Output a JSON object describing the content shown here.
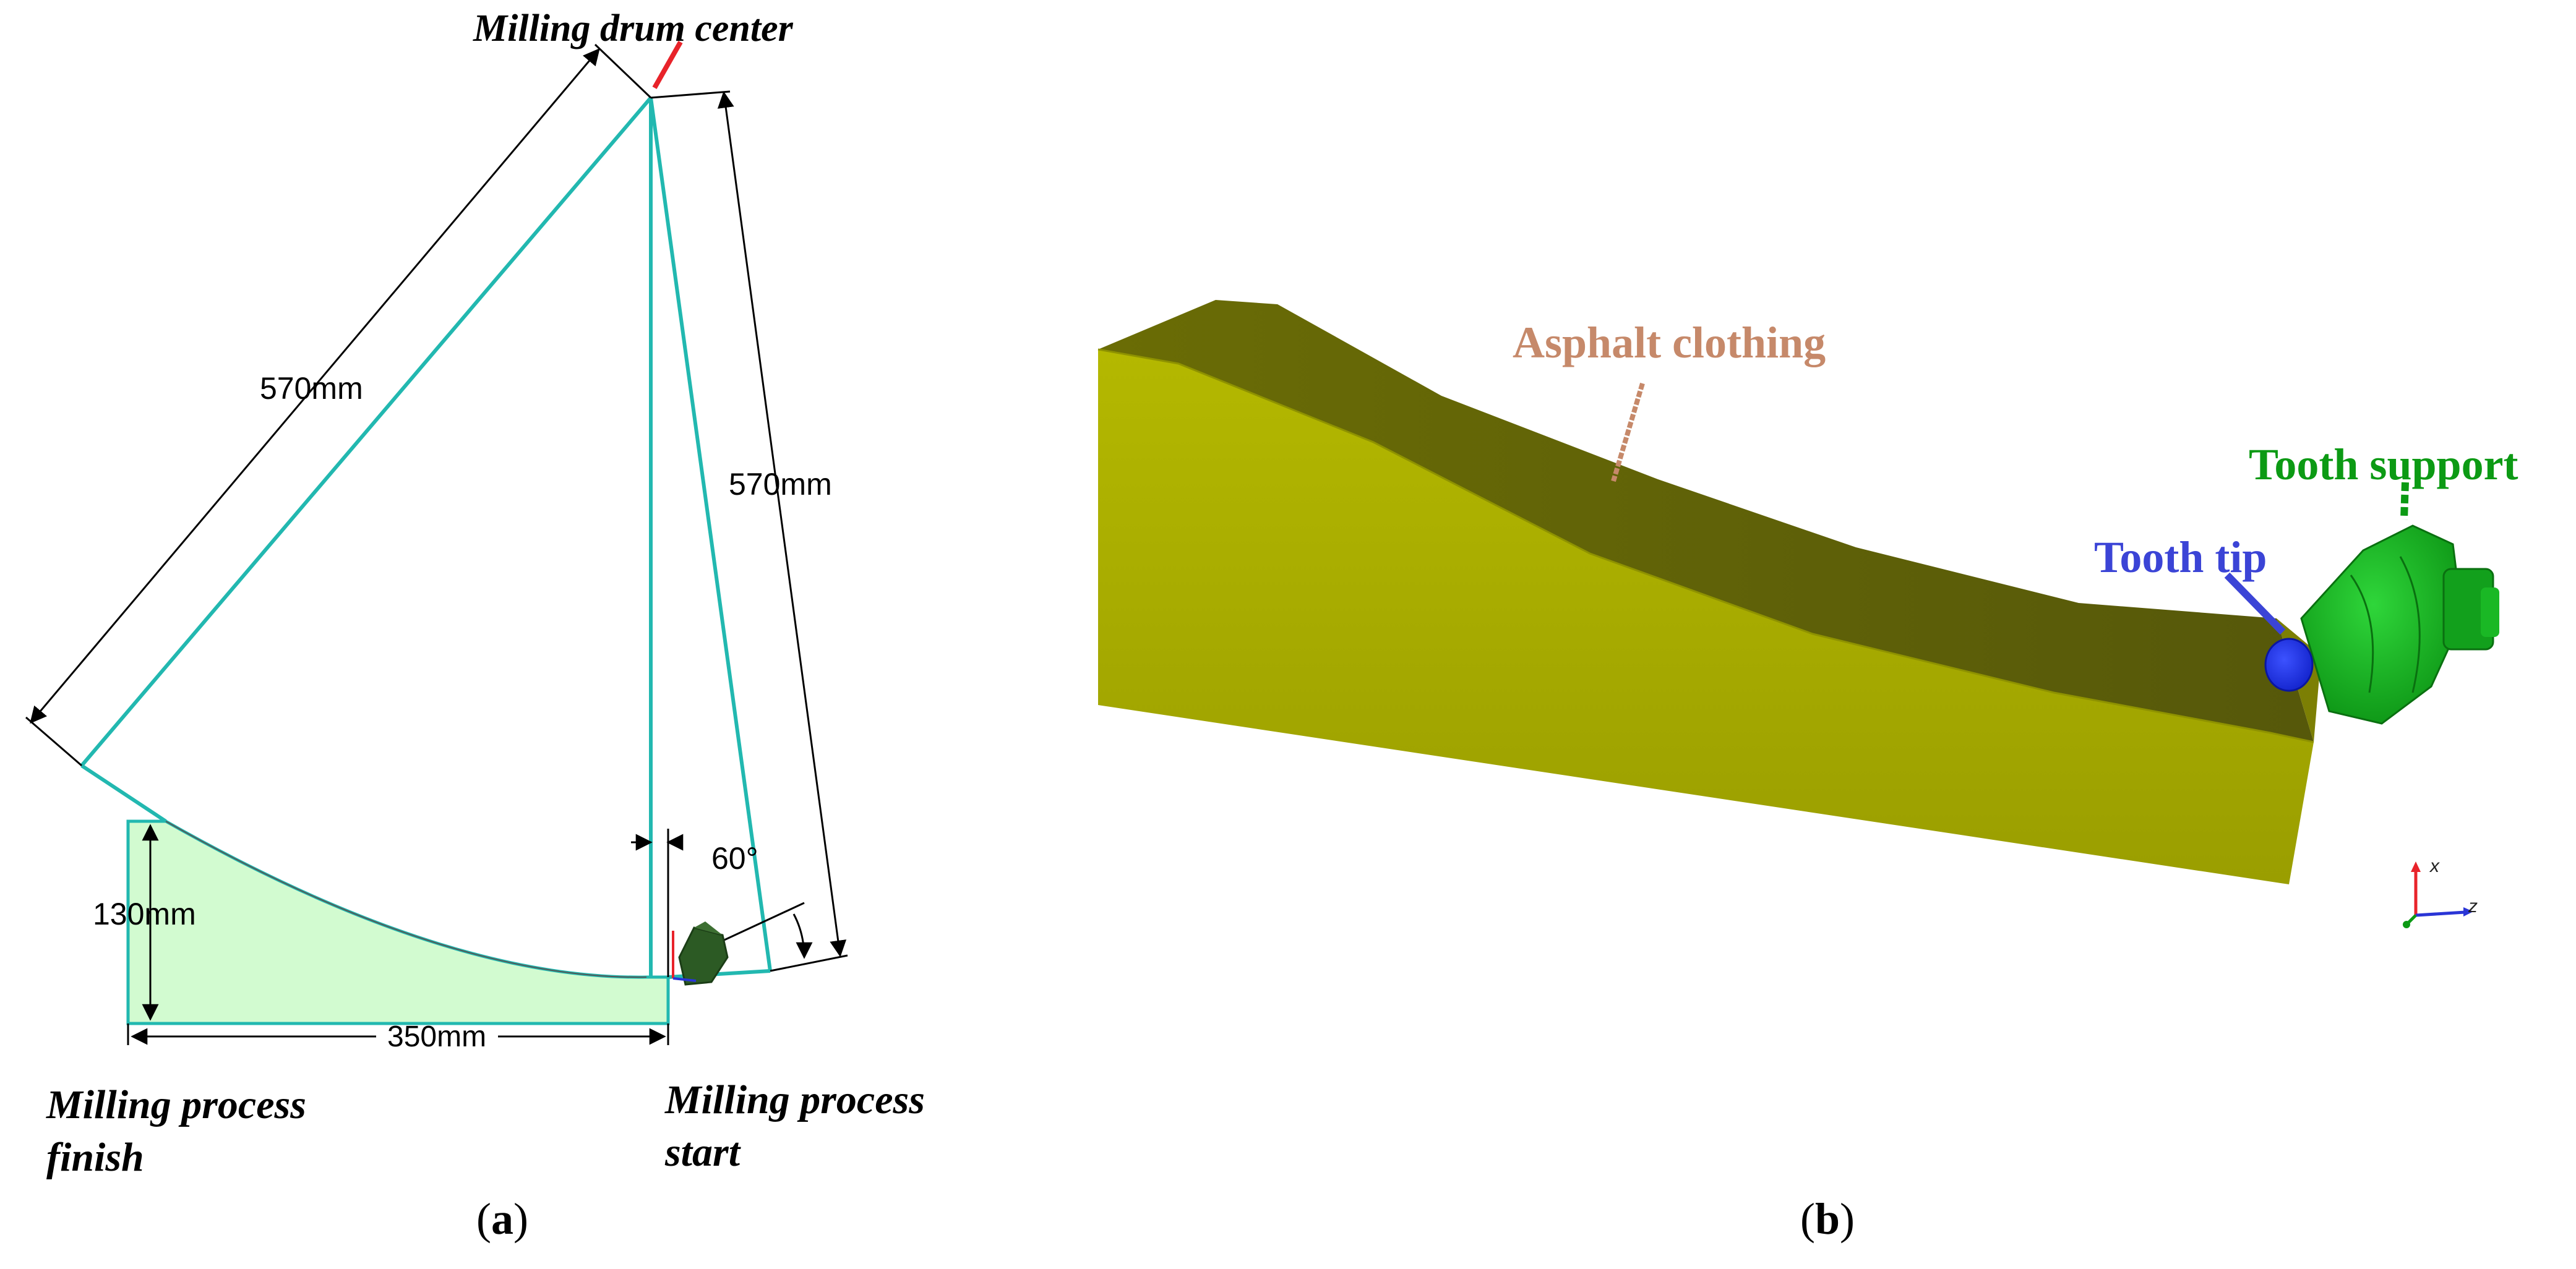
{
  "panel_a": {
    "labels": {
      "drum_center": "Milling drum center",
      "length_left": "570mm",
      "length_right": "570mm",
      "height": "130mm",
      "width": "350mm",
      "angle": "60°",
      "finish_line1": "Milling process",
      "finish_line2": "finish",
      "start_line1": "Milling process",
      "start_line2": "start"
    },
    "caption": {
      "open": "(",
      "letter": "a",
      "close": ")"
    }
  },
  "panel_b": {
    "labels": {
      "asphalt": "Asphalt clothing",
      "tooth_support": "Tooth support",
      "tooth_tip": "Tooth tip",
      "axis_x": "x",
      "axis_z": "z"
    },
    "caption": {
      "open": "(",
      "letter": "b",
      "close": ")"
    }
  },
  "colors": {
    "cyan_line": "#22b8b0",
    "region_fill": "#d2fbd0",
    "asphalt_label": "#c6896a",
    "tooth_support": "#0c9a14",
    "tooth_tip": "#3b44d6",
    "block_front": "#a3a800",
    "block_top": "#5d5f02",
    "drum_pointer": "#e8232a"
  }
}
